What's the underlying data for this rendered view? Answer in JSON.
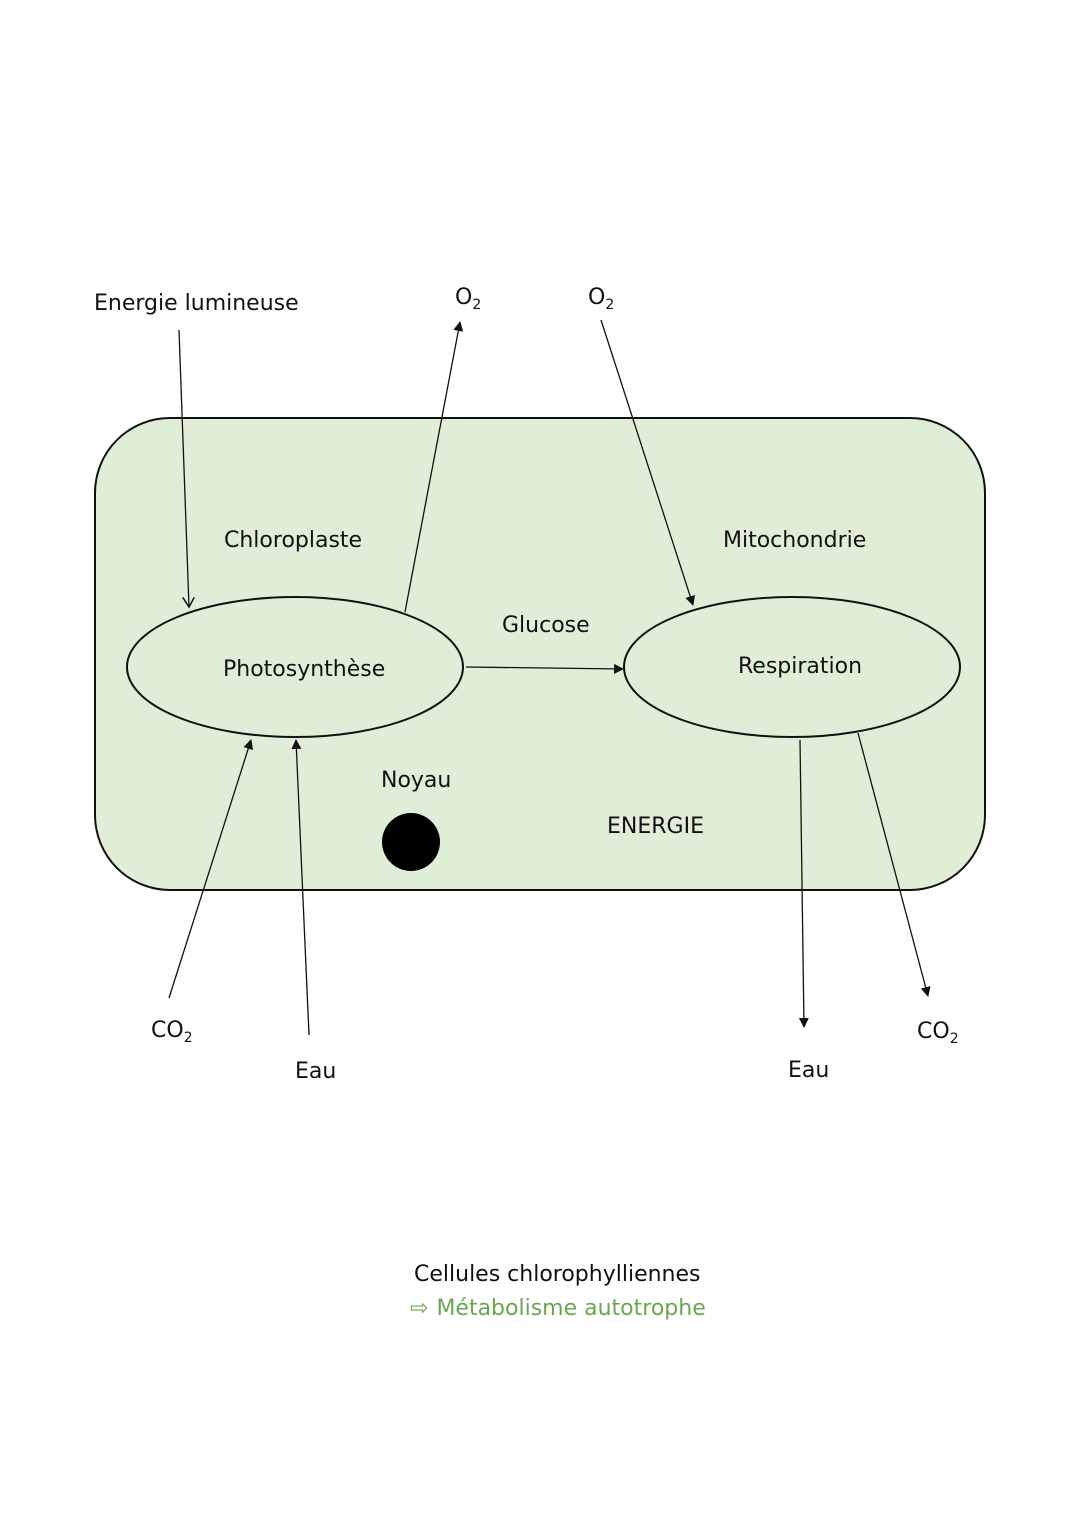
{
  "diagram": {
    "labels": {
      "light_energy": "Energie lumineuse",
      "o2_out": "O",
      "o2_in": "O",
      "o2_sub": "2",
      "chloroplast": "Chloroplaste",
      "mitochondria": "Mitochondrie",
      "photosynthesis": "Photosynthèse",
      "glucose": "Glucose",
      "respiration": "Respiration",
      "nucleus": "Noyau",
      "energy": "ENERGIE",
      "co2_in": "CO",
      "co2_out": "CO",
      "co2_sub": "2",
      "water_in": "Eau",
      "water_out": "Eau"
    },
    "colors": {
      "cell_fill": "#e0eed8",
      "organelle_fill": "#e0eed8",
      "stroke": "#111111",
      "accent_green": "#6aa84f"
    }
  },
  "caption": {
    "line1": "Cellules chlorophylliennes",
    "arrow_symbol": "⇨",
    "line2": "Métabolisme autotrophe"
  }
}
